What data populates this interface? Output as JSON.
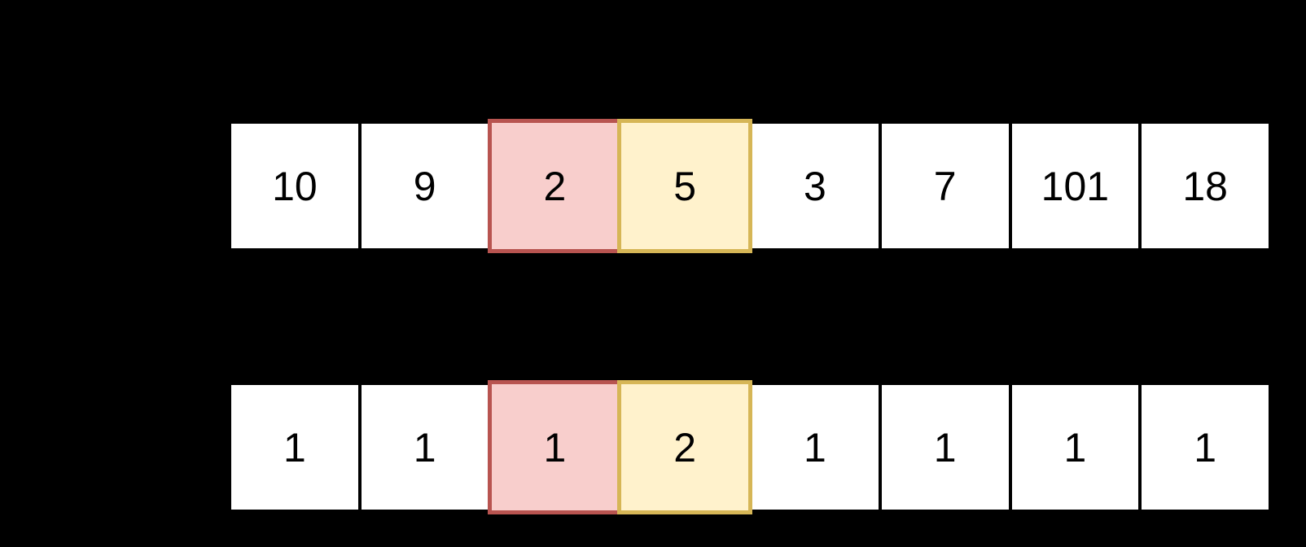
{
  "diagram": {
    "description": "Two horizontal 8-cell array rows on a black background; third cell highlighted red and fourth cell highlighted yellow in both rows",
    "colors": {
      "background": "#000000",
      "cell_fill": "#ffffff",
      "cell_stroke": "#000000",
      "highlight_red_fill": "#f8cecc",
      "highlight_red_stroke": "#b85450",
      "highlight_yellow_fill": "#fff2cc",
      "highlight_yellow_stroke": "#d6b656",
      "text": "#000000"
    },
    "rows": [
      {
        "name": "array-row-1",
        "cells": [
          {
            "value": "10",
            "highlight": "none"
          },
          {
            "value": "9",
            "highlight": "none"
          },
          {
            "value": "2",
            "highlight": "red"
          },
          {
            "value": "5",
            "highlight": "yellow"
          },
          {
            "value": "3",
            "highlight": "none"
          },
          {
            "value": "7",
            "highlight": "none"
          },
          {
            "value": "101",
            "highlight": "none"
          },
          {
            "value": "18",
            "highlight": "none"
          }
        ]
      },
      {
        "name": "array-row-2",
        "cells": [
          {
            "value": "1",
            "highlight": "none"
          },
          {
            "value": "1",
            "highlight": "none"
          },
          {
            "value": "1",
            "highlight": "red"
          },
          {
            "value": "2",
            "highlight": "yellow"
          },
          {
            "value": "1",
            "highlight": "none"
          },
          {
            "value": "1",
            "highlight": "none"
          },
          {
            "value": "1",
            "highlight": "none"
          },
          {
            "value": "1",
            "highlight": "none"
          }
        ]
      }
    ]
  }
}
